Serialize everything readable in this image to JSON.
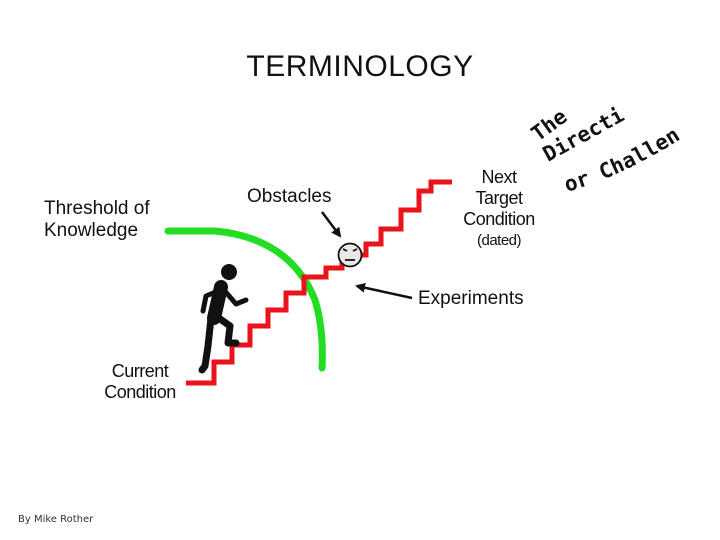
{
  "title": "TERMINOLOGY",
  "labels": {
    "threshold": [
      "Threshold of",
      "Knowledge"
    ],
    "obstacles": "Obstacles",
    "next_target": [
      "Next",
      "Target",
      "Condition",
      "(dated)"
    ],
    "experiments": "Experiments",
    "current_condition": [
      "Current",
      "Condition"
    ],
    "direction": {
      "line1": "The",
      "line2": "Direction",
      "line3": "or Challenge"
    }
  },
  "credit": "By Mike Rother",
  "colors": {
    "stairs": "#e8131b",
    "threshold_curve": "#22dd22",
    "person": "#111111",
    "text": "#111111"
  },
  "icons": [
    "person-climbing-icon",
    "obstacle-face-icon"
  ]
}
